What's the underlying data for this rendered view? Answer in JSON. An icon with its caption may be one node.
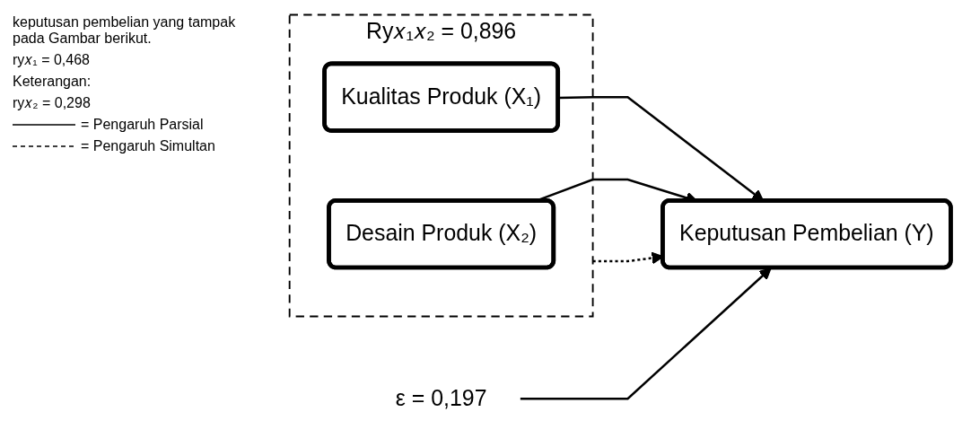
{
  "diagram": {
    "nodes": [
      {
        "text": [
          "Ry𝑥₁𝑥₂ = 0,896"
        ]
      },
      {
        "text": [
          "Kualitas Produk (X₁)"
        ],
        "in": 0
      },
      {
        "text": [
          "Desain Produk (X₂)"
        ],
        "in": 0
      },
      {
        "text": [
          "ε = 0,197"
        ]
      },
      {
        "text": [
          "Keputusan Pembelian (Y)"
        ]
      }
    ],
    "edges": [
      {
        "from": 1,
        "to": 4,
        "arrow": "to"
      },
      {
        "from": 0,
        "to": 4,
        "arrow": "to",
        "style": "dashed"
      },
      {
        "from": 2,
        "to": 4,
        "arrow": "to"
      },
      {
        "from": 3,
        "to": 4,
        "arrow": "to"
      }
    ],
    "labels": [
      "keputusan pembelian yang tampak pada Gambar berikut.",
      "ry𝑥₁ = 0,468",
      "Keterangan:",
      "ry𝑥₂ = 0,298"
    ],
    "legend": [
      {
        "text": "= Pengaruh Parsial"
      },
      {
        "text": "= Pengaruh Simultan"
      }
    ]
  }
}
